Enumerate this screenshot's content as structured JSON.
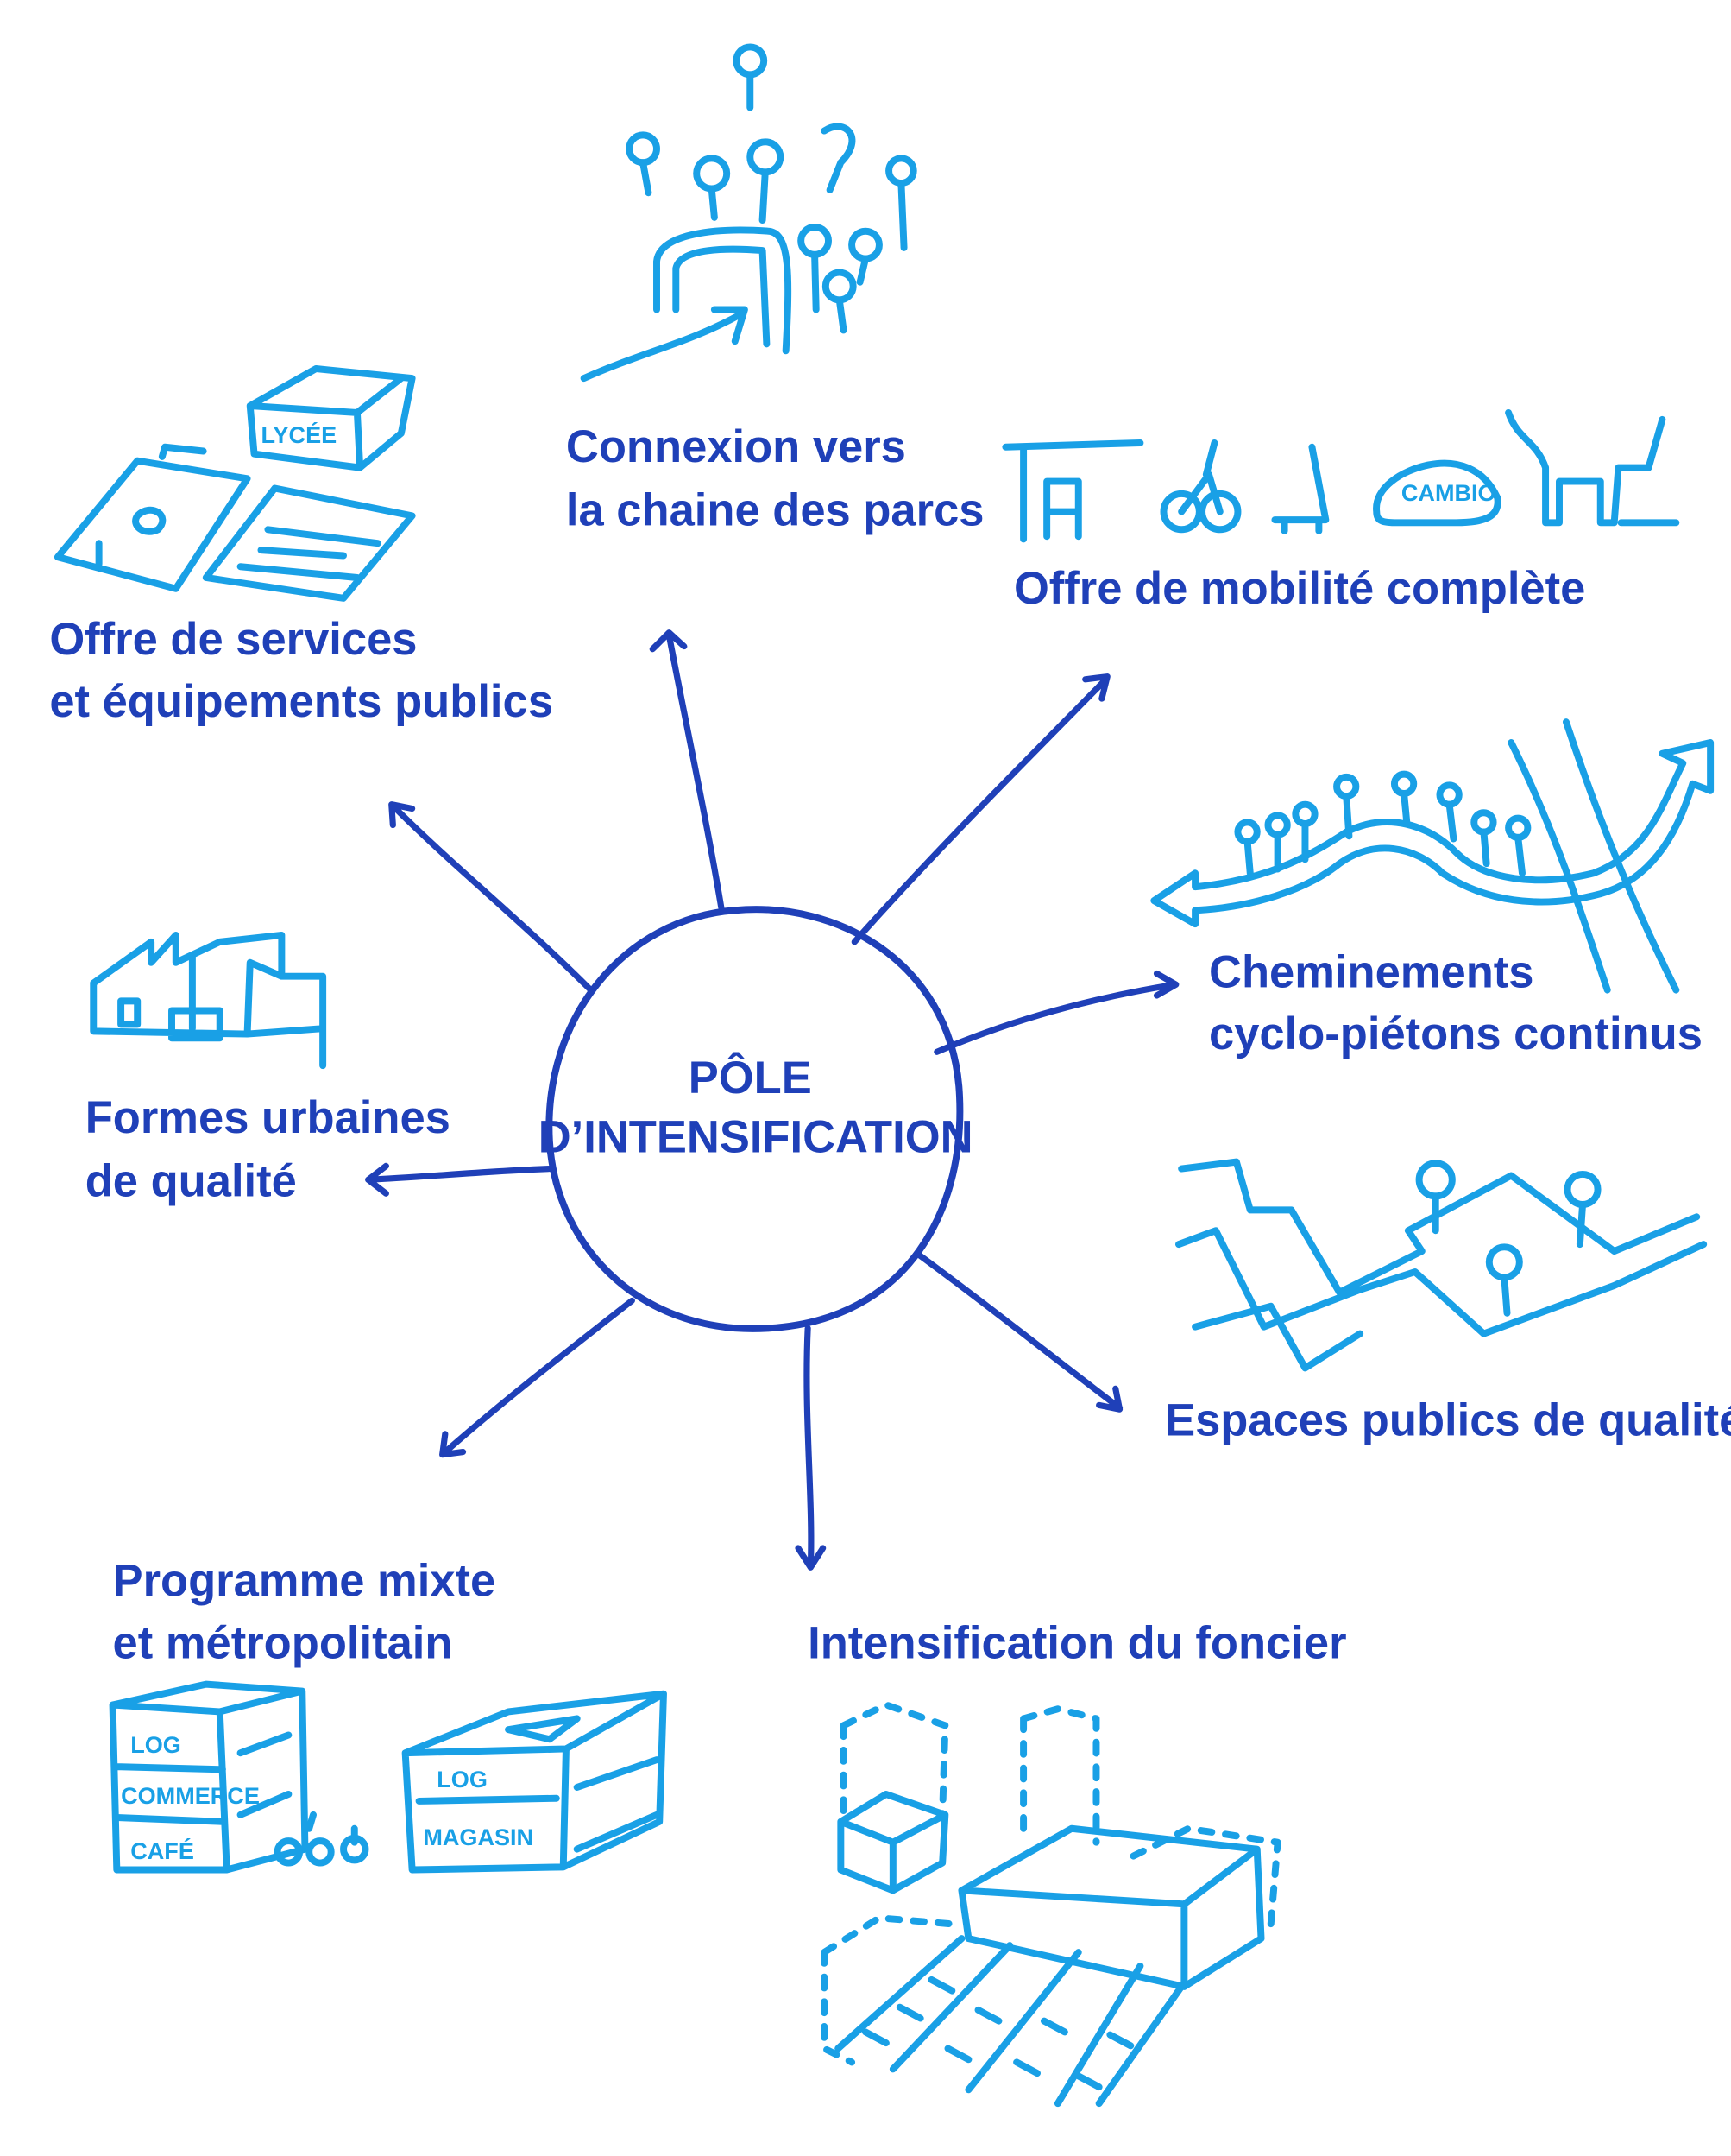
{
  "colors": {
    "arrows_and_labels": "#1f40b8",
    "sketches": "#19a0e6"
  },
  "center": {
    "line1": "PÔLE",
    "line2": "D’INTENSIFICATION"
  },
  "branches": [
    {
      "id": "connexion",
      "lines": [
        "Connexion vers",
        "la chaine des parcs"
      ]
    },
    {
      "id": "mobilite",
      "lines": [
        "Offre de mobilité complète"
      ]
    },
    {
      "id": "cheminements",
      "lines": [
        "Cheminements",
        "cyclo-piétons continus"
      ]
    },
    {
      "id": "espaces",
      "lines": [
        "Espaces publics de qualité"
      ]
    },
    {
      "id": "foncier",
      "lines": [
        "Intensification du foncier"
      ]
    },
    {
      "id": "programme",
      "lines": [
        "Programme mixte",
        "et métropolitain"
      ]
    },
    {
      "id": "formes",
      "lines": [
        "Formes urbaines",
        "de qualité"
      ]
    },
    {
      "id": "services",
      "lines": [
        "Offre de services",
        "et équipements publics"
      ]
    }
  ],
  "sketch_text": {
    "lycee": "LYCÉE",
    "cambio": "CAMBIO",
    "log1": "LOG",
    "commerce": "COMMERCE",
    "cafe": "CAFÉ",
    "log2": "LOG",
    "magasin": "MAGASIN"
  }
}
